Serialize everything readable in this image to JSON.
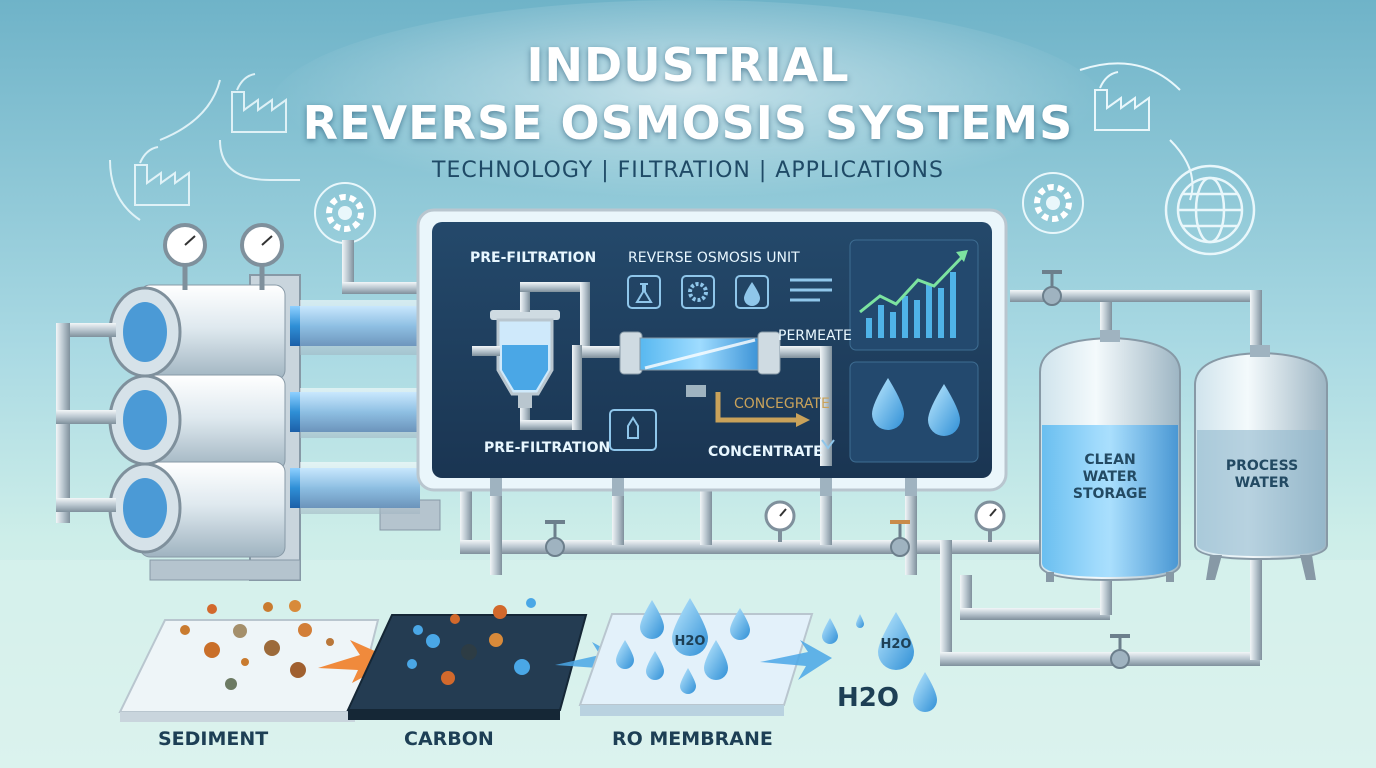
{
  "title_line1": "INDUSTRIAL",
  "title_line2": "REVERSE OSMOSIS SYSTEMS",
  "subtitle": "TECHNOLOGY | FILTRATION | APPLICATIONS",
  "panel": {
    "pre_filtration_top": "PRE-FILTRATION",
    "ro_unit": "REVERSE OSMOSIS UNIT",
    "permeate": "PERMEATE",
    "concegrate": "CONCEGRATE",
    "pre_filtration_bottom": "PRE-FILTRATION",
    "concentrate": "CONCENTRATE"
  },
  "tanks": {
    "clean_line1": "CLEAN",
    "clean_line2": "WATER",
    "clean_line3": "STORAGE",
    "process_line1": "PROCESS",
    "process_line2": "WATER"
  },
  "stages": {
    "sediment": "SEDIMENT",
    "carbon": "CARBON",
    "ro_membrane": "RO MEMBRANE"
  },
  "h2o_label": "H2O",
  "colors": {
    "accent_blue": "#2f8fd6",
    "panel_dark": "#1f3f5f",
    "arrow_orange": "#f08a3c"
  }
}
